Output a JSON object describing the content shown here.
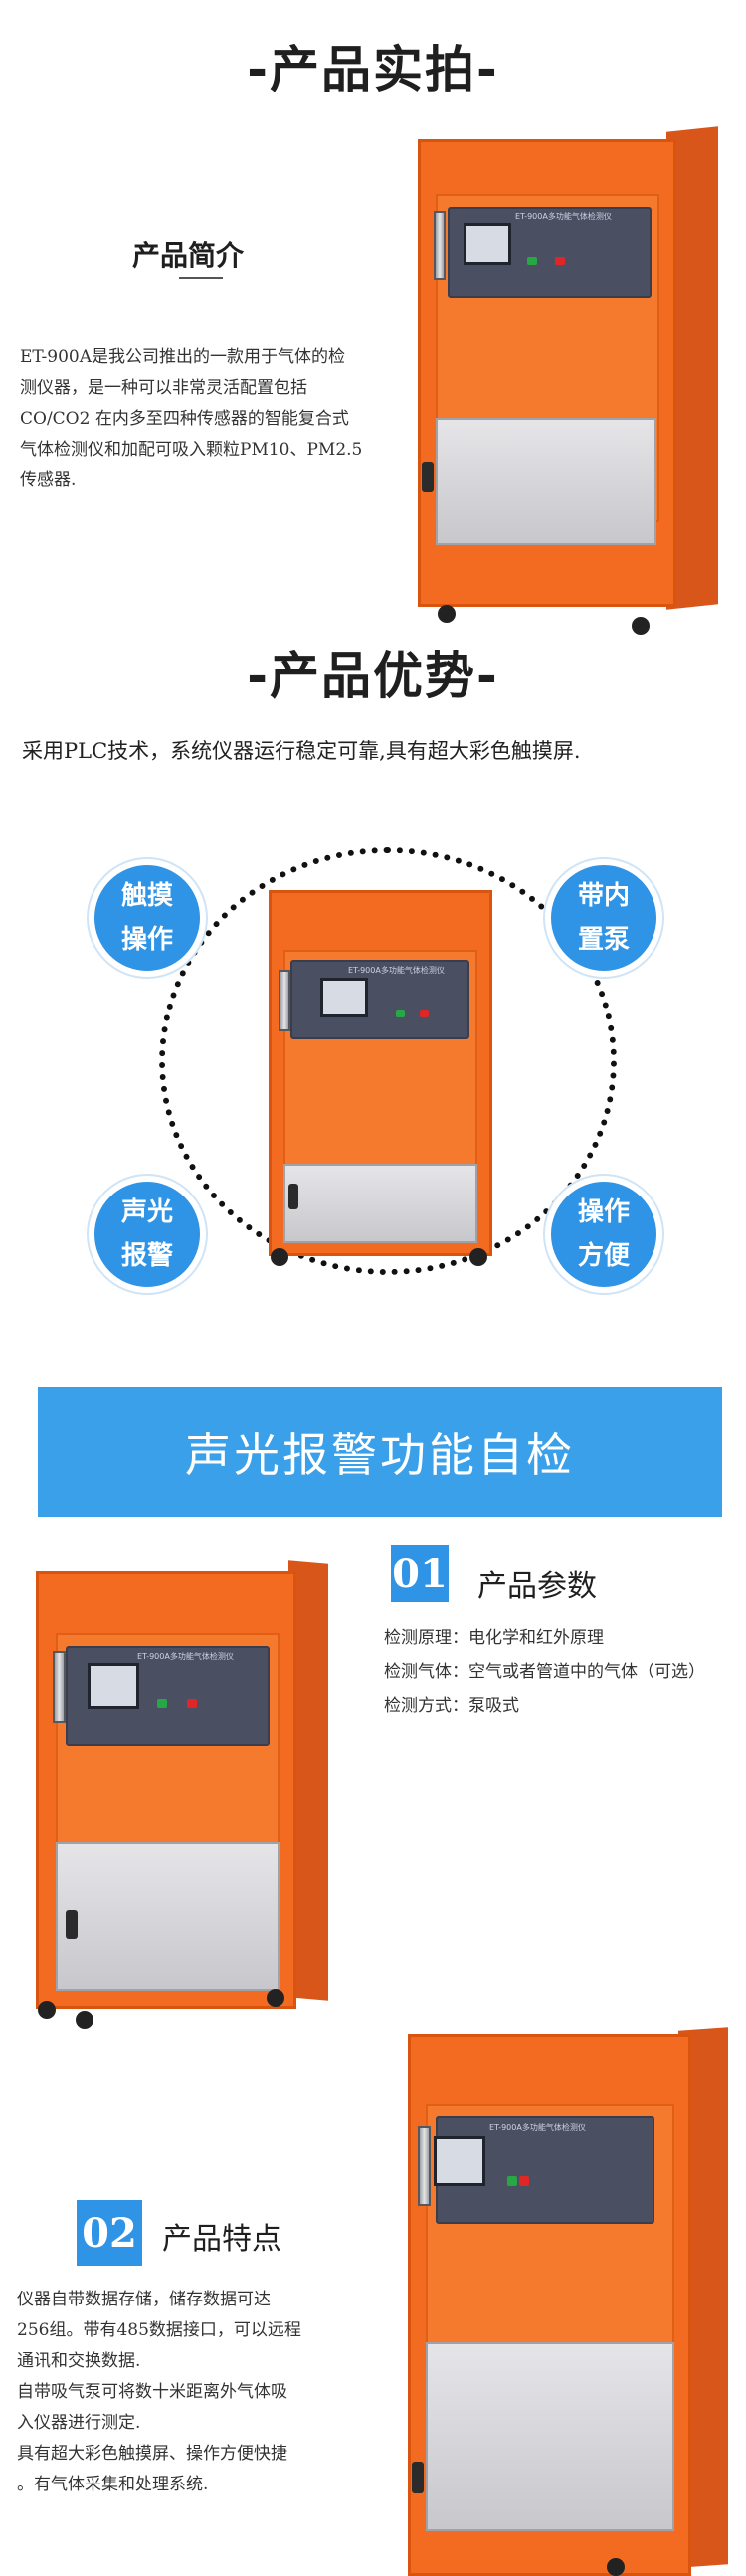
{
  "section1": {
    "title": "-产品实拍-",
    "intro_title": "产品简介",
    "intro_lines": [
      "ET-900A是我公司推出的一款用于气体的检",
      "测仪器，是一种可以非常灵活配置包括",
      "CO/CO2 在内多至四种传感器的智能复合式",
      "气体检测仪和加配可吸入颗粒PM10、PM2.5",
      "传感器."
    ],
    "panel_label": "ET-900A多功能气体检测仪"
  },
  "section2": {
    "title": "-产品优势-",
    "tagline": "采用PLC技术，系统仪器运行稳定可靠,具有超大彩色触摸屏.",
    "bubbles": [
      {
        "line1": "触摸",
        "line2": "操作"
      },
      {
        "line1": "带内",
        "line2": "置泵"
      },
      {
        "line1": "声光",
        "line2": "报警"
      },
      {
        "line1": "操作",
        "line2": "方便"
      }
    ],
    "panel_label": "ET-900A多功能气体检测仪"
  },
  "banner": {
    "text": "声光报警功能自检"
  },
  "params": {
    "number": "01",
    "title": "产品参数",
    "lines": [
      "检测原理：电化学和红外原理",
      "检测气体：空气或者管道中的气体（可选）",
      "检测方式：泵吸式"
    ],
    "panel_label": "ET-900A多功能气体检测仪"
  },
  "features": {
    "number": "02",
    "title": "产品特点",
    "lines": [
      "仪器自带数据存储，储存数据可达",
      "256组。带有485数据接口，可以远程",
      "通讯和交换数据.",
      "自带吸气泵可将数十米距离外气体吸",
      "入仪器进行测定.",
      "具有超大彩色触摸屏、操作方便快捷",
      "。有气体采集和处理系统."
    ],
    "panel_label": "ET-900A多功能气体检测仪"
  }
}
